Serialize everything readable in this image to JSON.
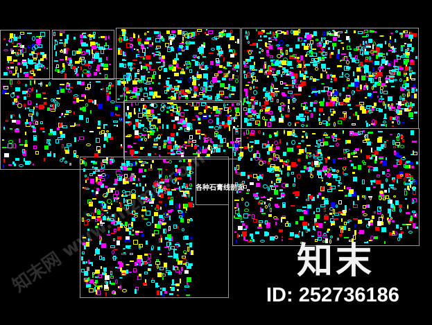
{
  "drawing": {
    "section_label": "各种石膏线剖面",
    "palette": [
      "#00ffff",
      "#ffff00",
      "#ff00ff",
      "#ff0000",
      "#00ff00",
      "#ffffff",
      "#0000ff",
      "#999999"
    ]
  },
  "watermark": {
    "logo_text": "知末",
    "id_text": "ID: 252736186",
    "faint_text": "知末网 www.znzmo.com"
  }
}
